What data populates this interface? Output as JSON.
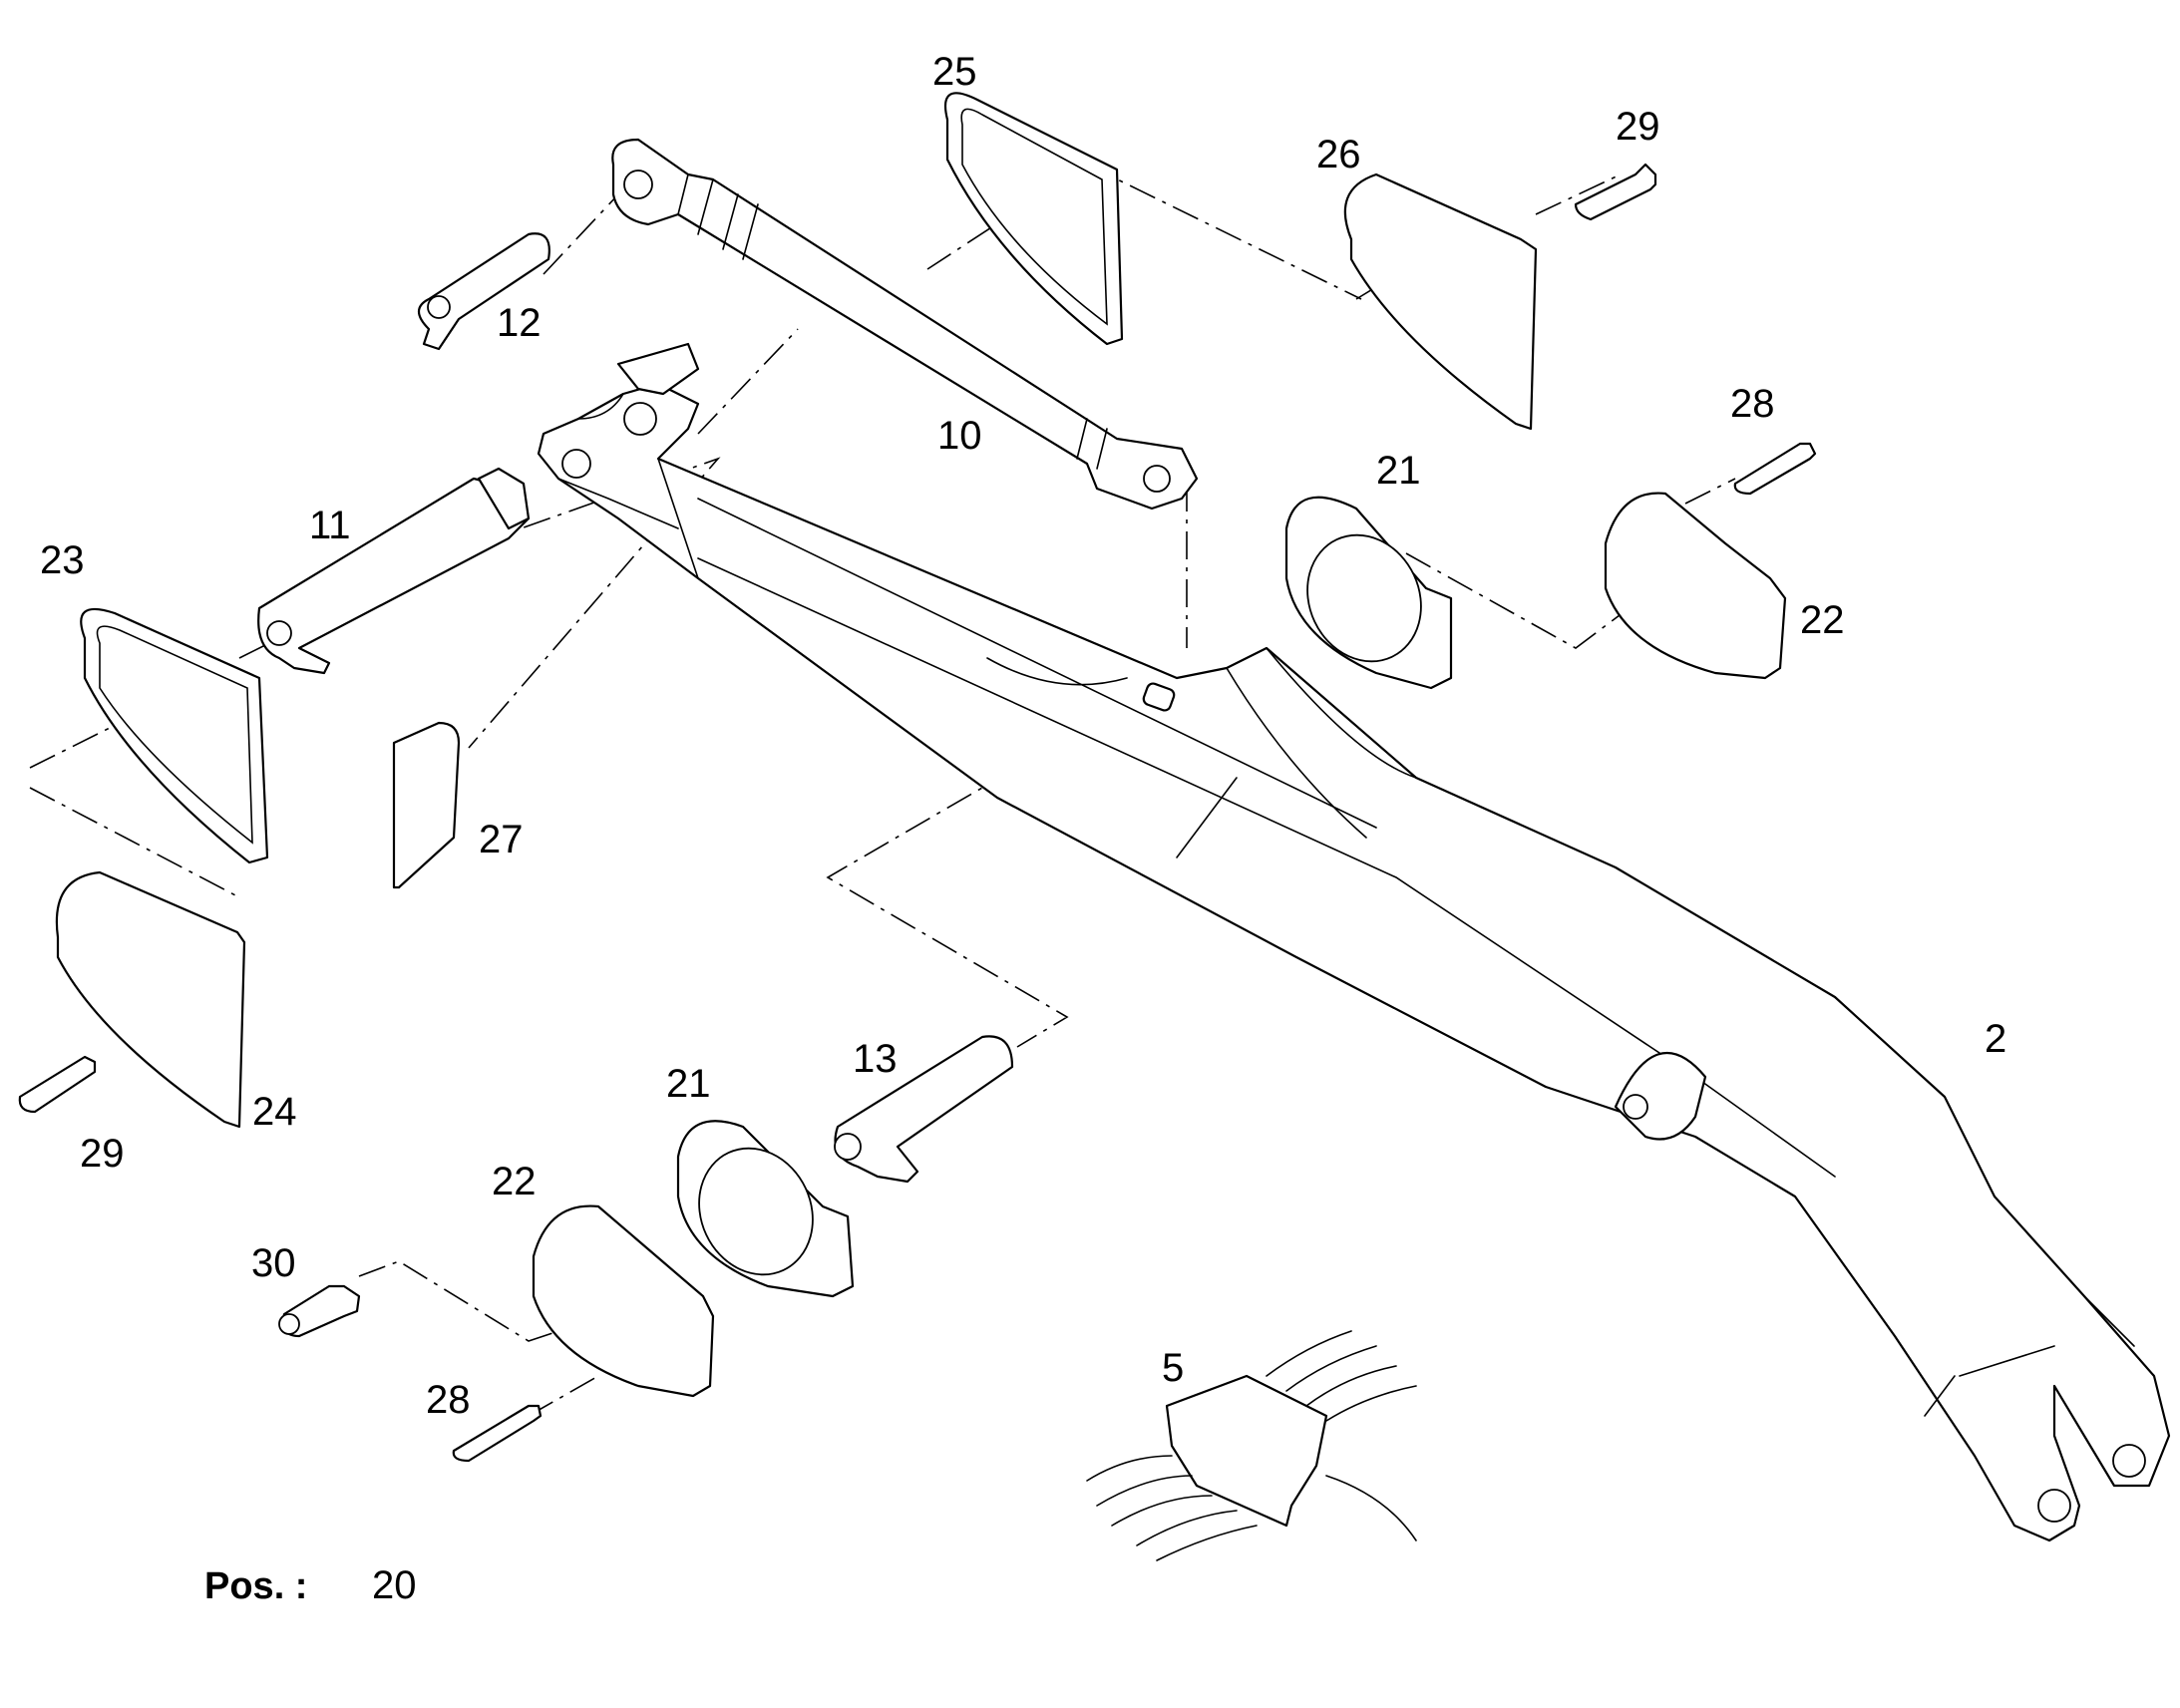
{
  "diagram": {
    "callouts": [
      "25",
      "29",
      "26",
      "12",
      "10",
      "28",
      "21",
      "11",
      "23",
      "22",
      "27",
      "2",
      "13",
      "21",
      "24",
      "29",
      "22",
      "30",
      "28",
      "5"
    ],
    "footer": {
      "pos_label": "Pos. :",
      "pos_value": "20"
    }
  }
}
